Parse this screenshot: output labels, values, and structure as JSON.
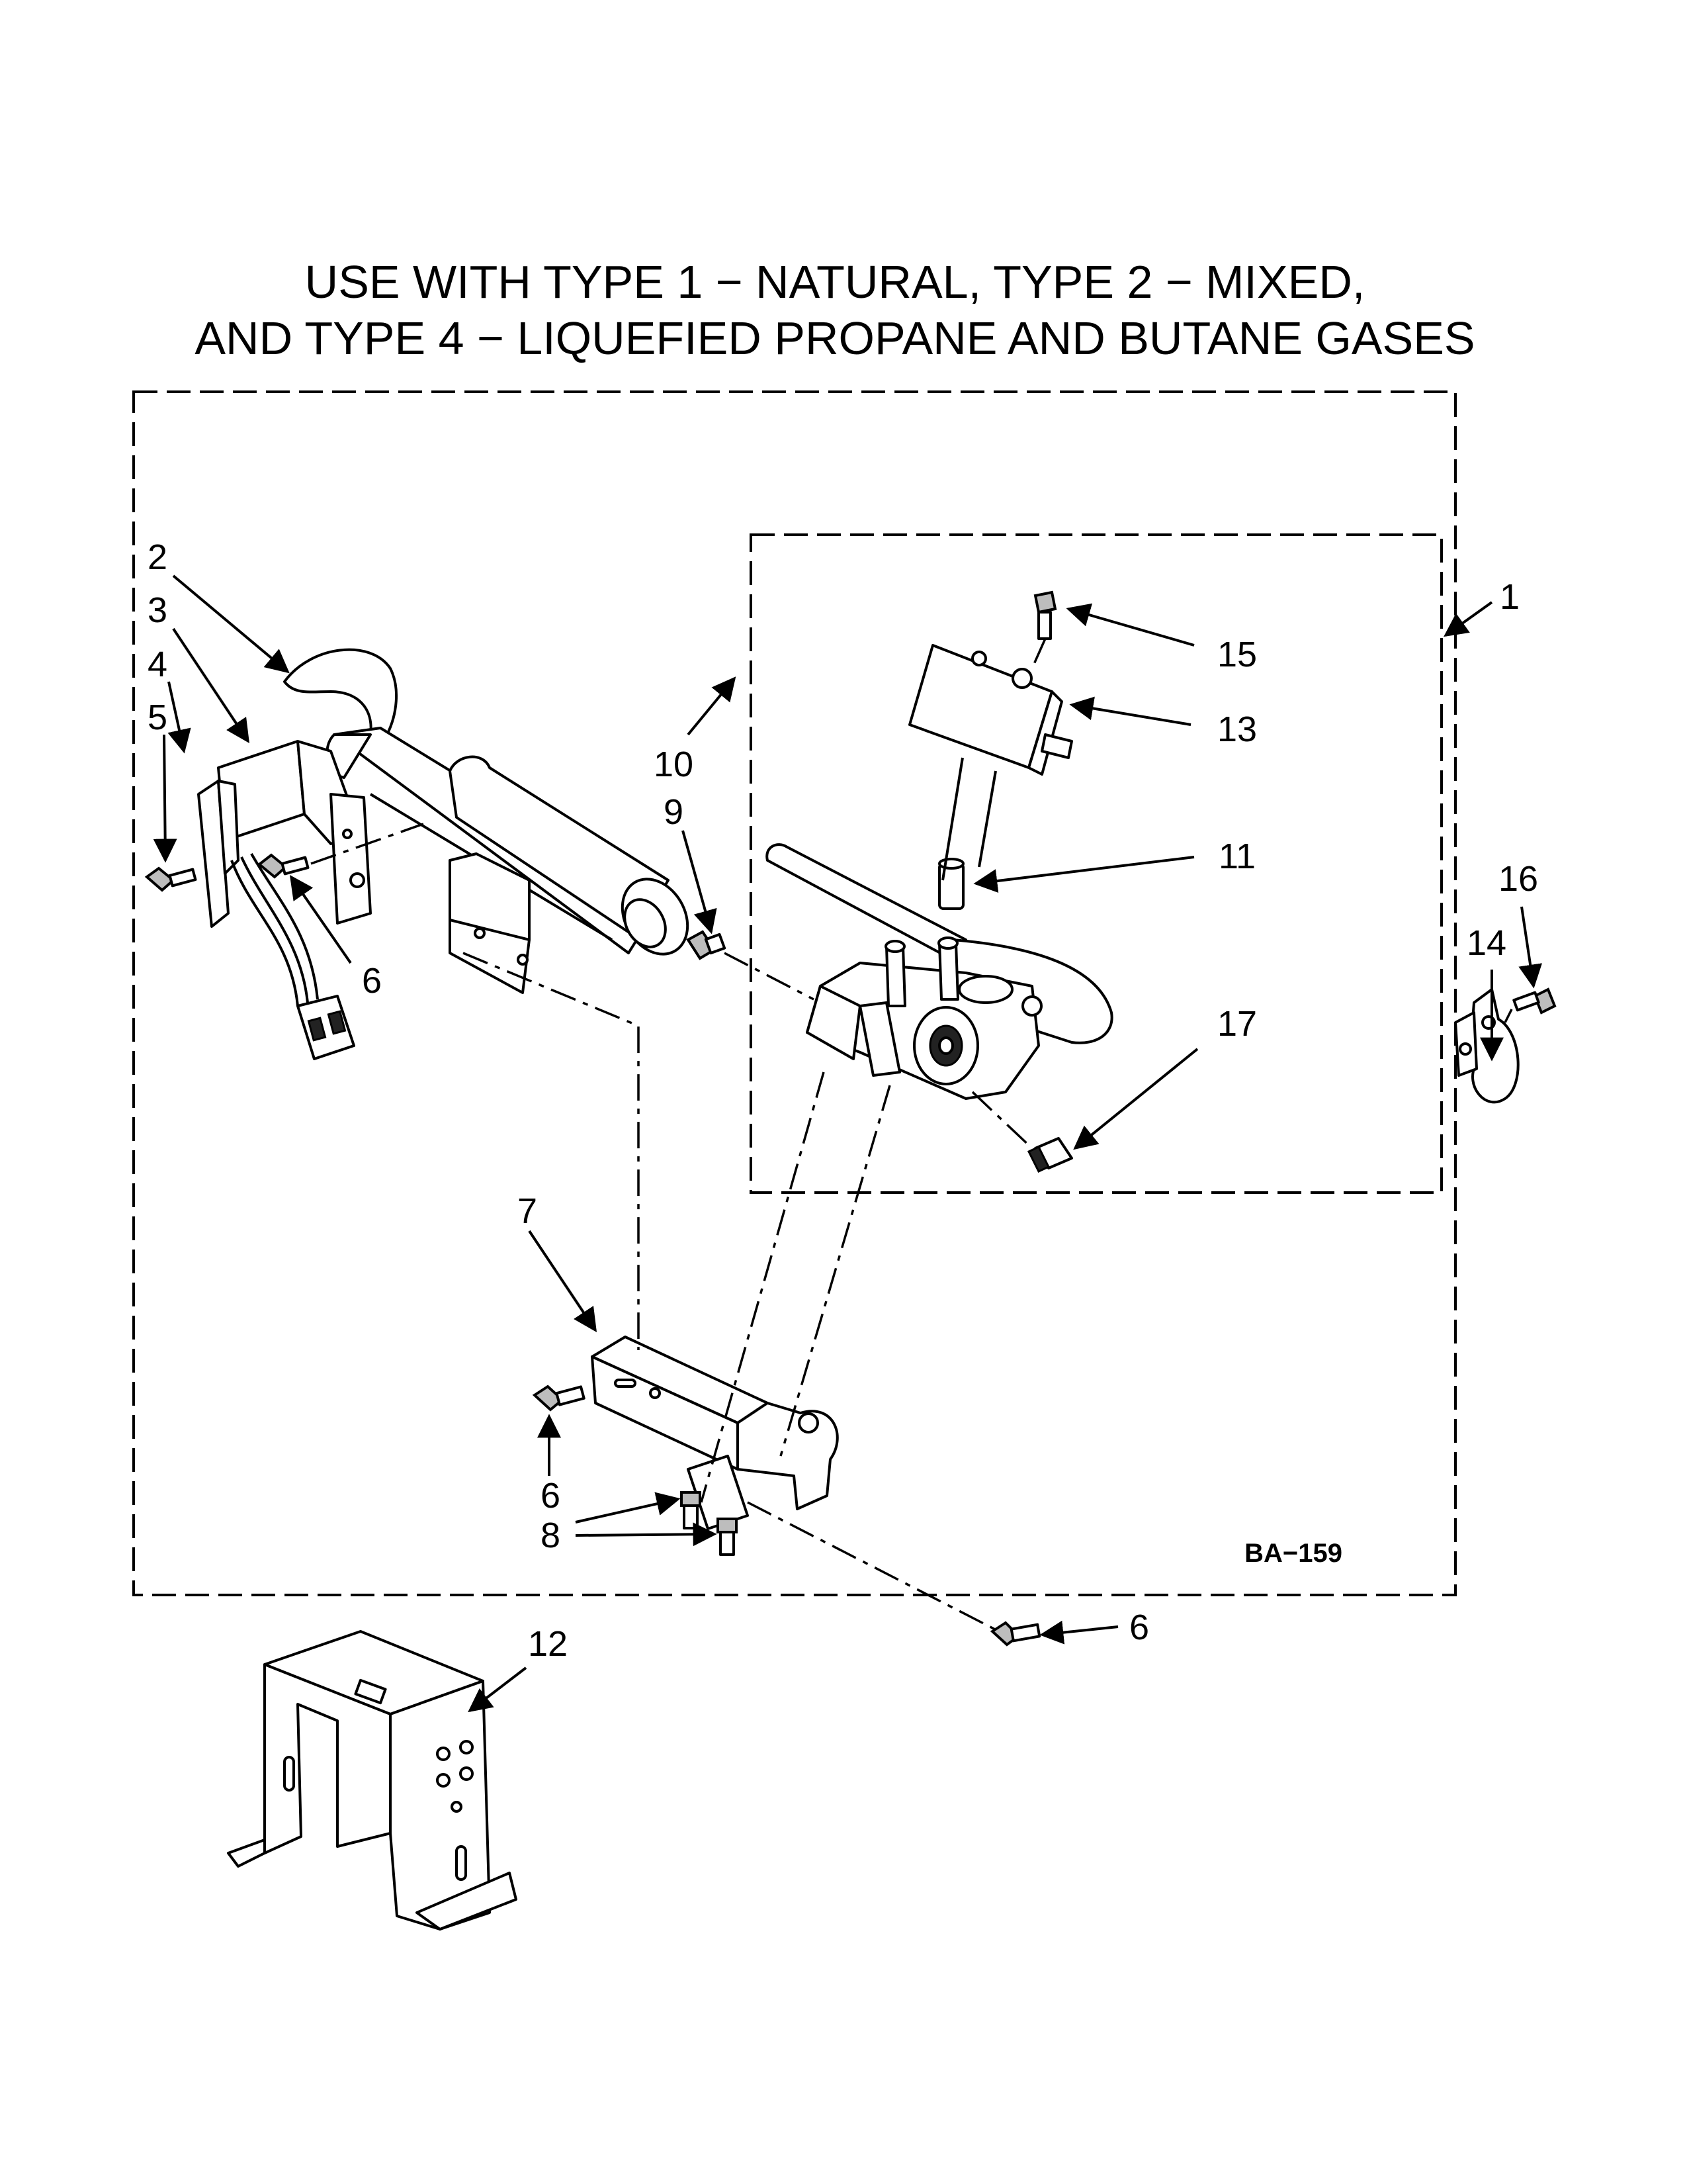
{
  "title": {
    "line1": "USE WITH TYPE 1 − NATURAL, TYPE 2 − MIXED,",
    "line2": "AND TYPE 4 − LIQUEFIED PROPANE AND BUTANE GASES"
  },
  "diagram_code": "BA−159",
  "callouts": {
    "c1": "1",
    "c2": "2",
    "c3": "3",
    "c4": "4",
    "c5": "5",
    "c6a": "6",
    "c6b": "6",
    "c6c": "6",
    "c7": "7",
    "c8": "8",
    "c9": "9",
    "c10": "10",
    "c11": "11",
    "c12": "12",
    "c13": "13",
    "c14": "14",
    "c15": "15",
    "c16": "16",
    "c17": "17"
  }
}
